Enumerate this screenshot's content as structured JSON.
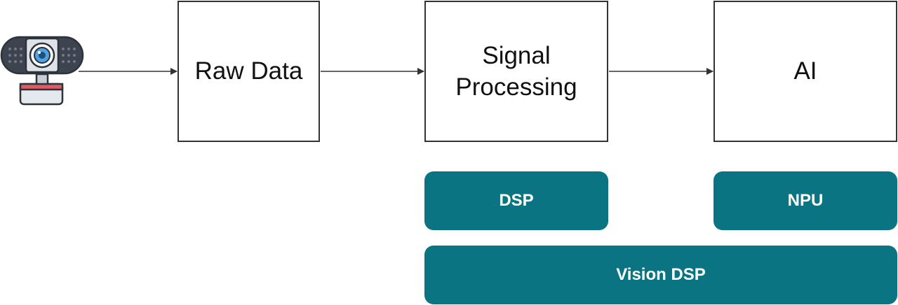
{
  "diagram": {
    "stages": [
      {
        "label": "Raw Data"
      },
      {
        "label": "Signal\nProcessing"
      },
      {
        "label": "AI"
      }
    ],
    "hardware": {
      "dsp_label": "DSP",
      "npu_label": "NPU",
      "vision_dsp_label": "Vision DSP"
    },
    "colors": {
      "hardware_fill": "#0a7482",
      "box_border": "#333333",
      "arrow": "#333333",
      "webcam_body": "#3d4450",
      "webcam_stand": "#e05a63"
    },
    "icons": {
      "source": "webcam-icon"
    }
  }
}
